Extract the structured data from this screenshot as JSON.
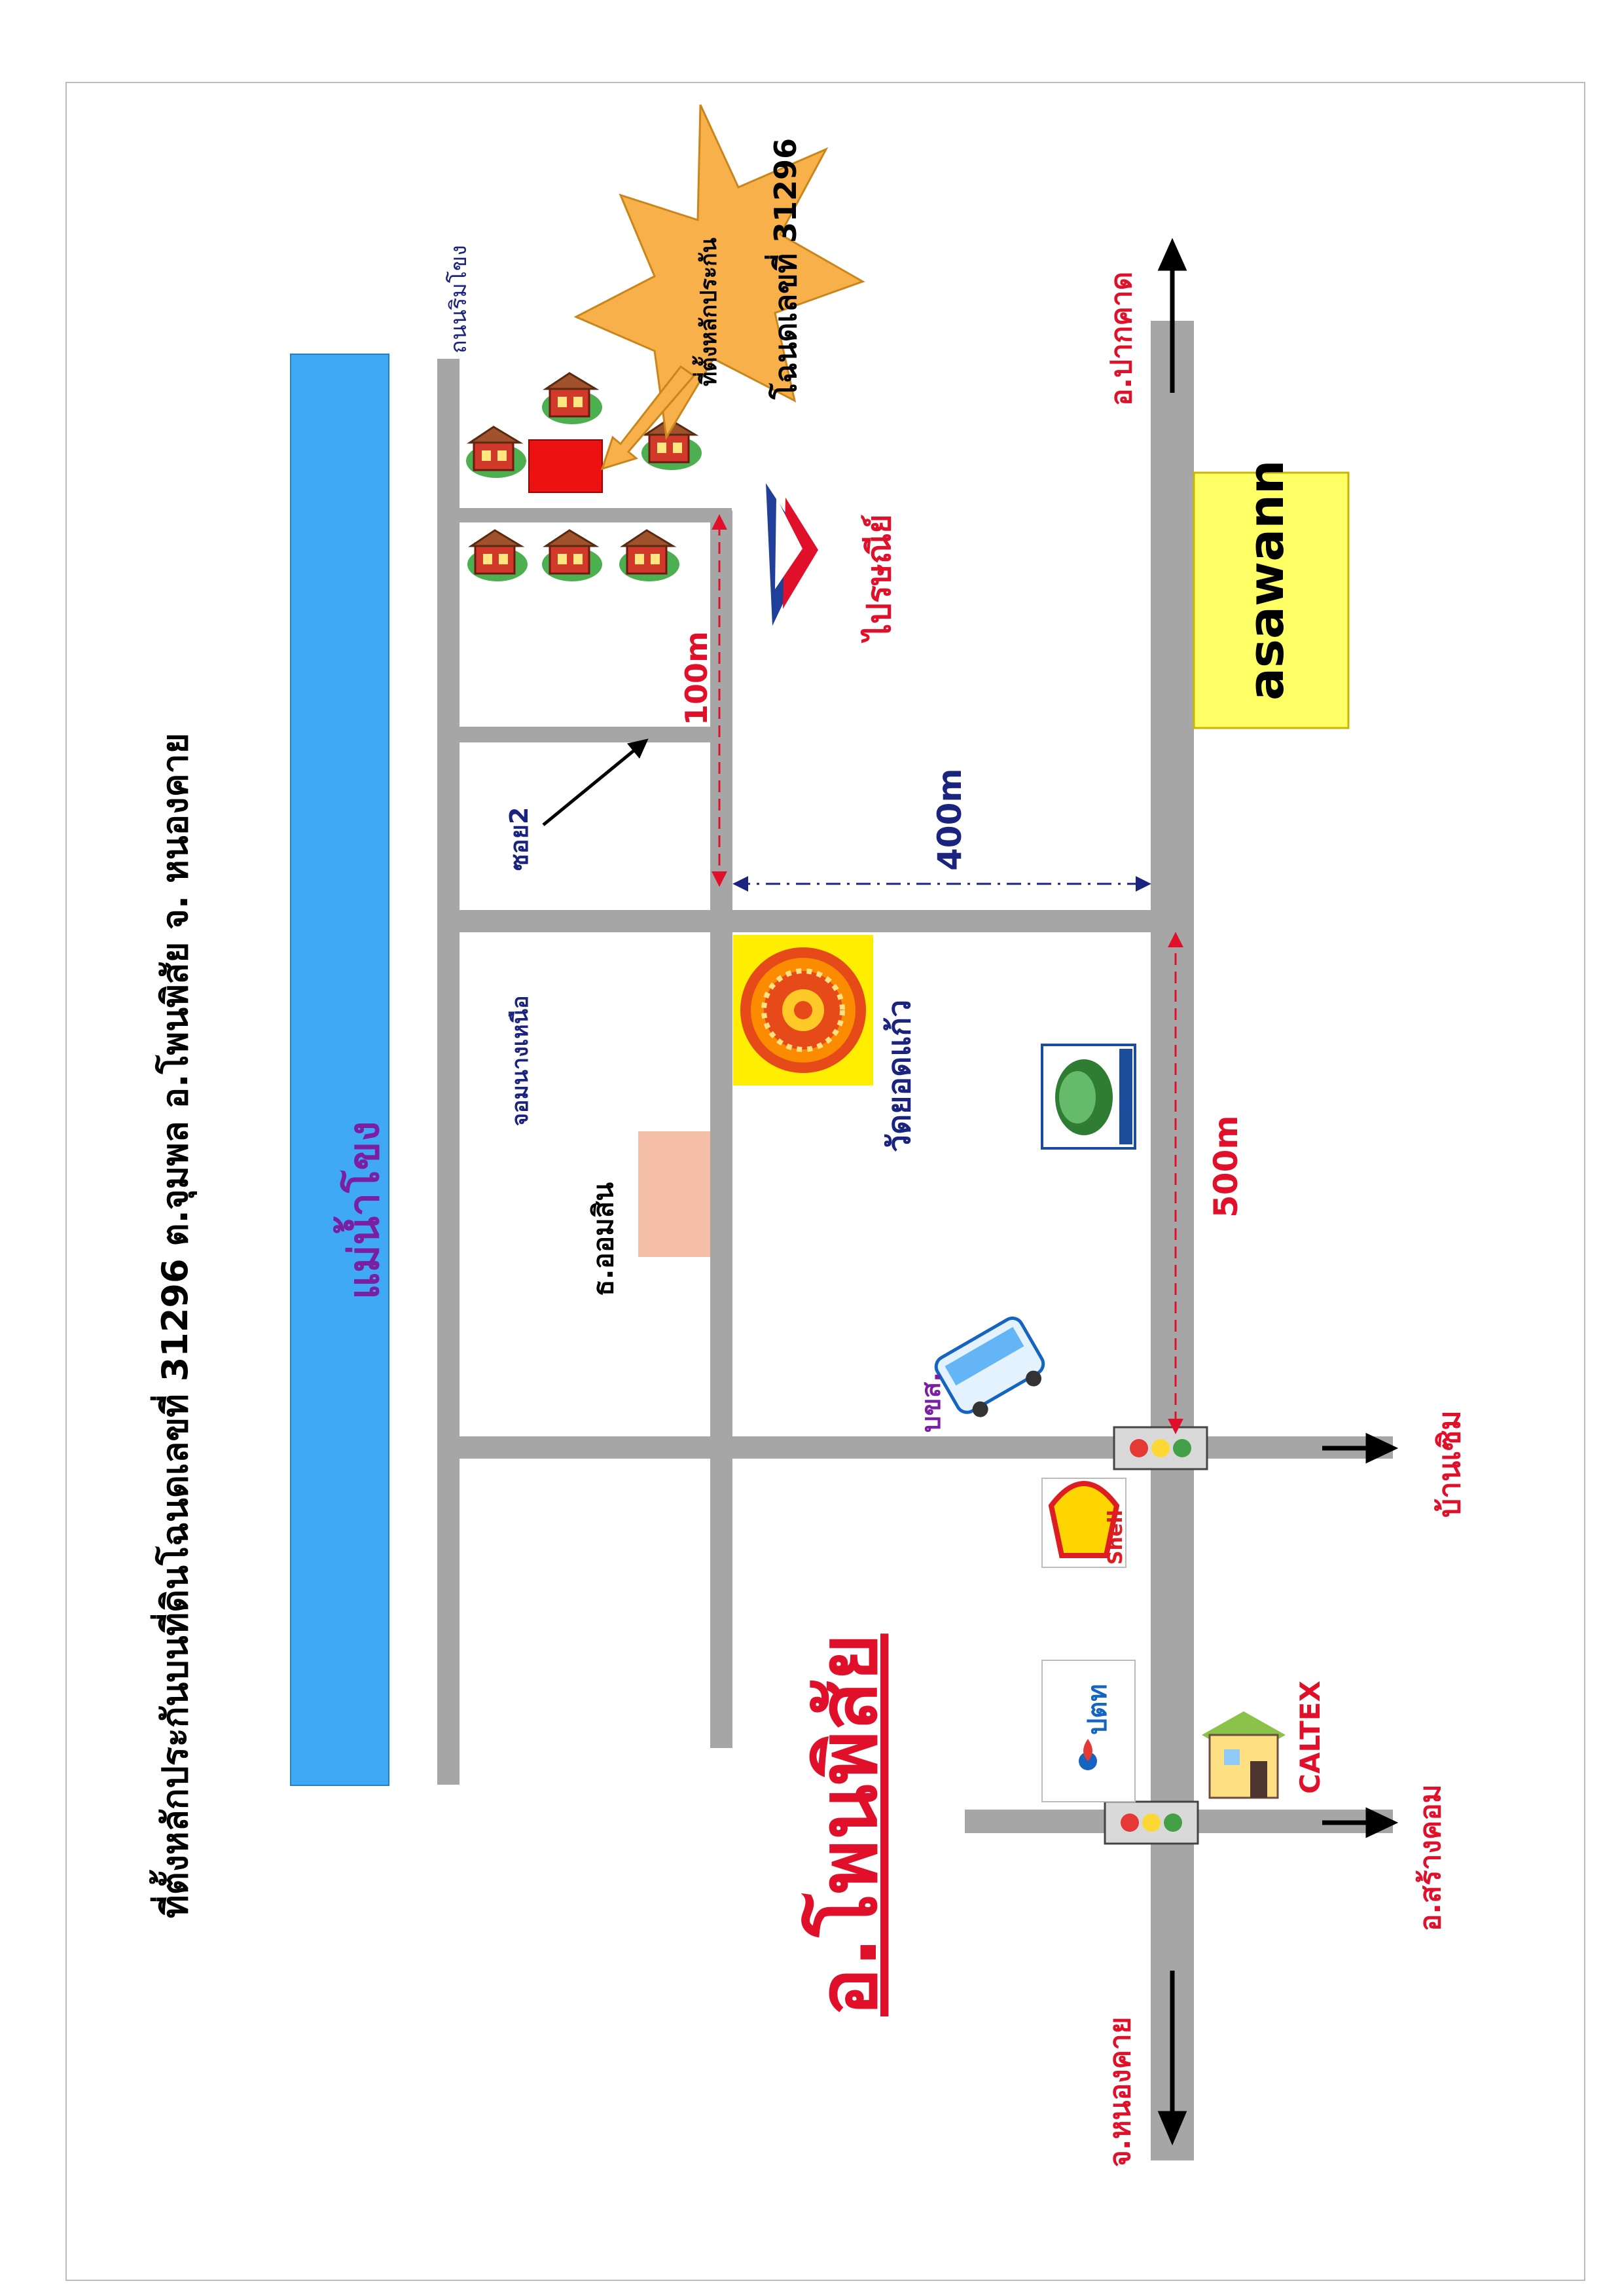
{
  "title_line1": "ที่ตั้งหลักประกันบนที่ดินโฉนดเลขที่ 31296 ต.จุมพล อ.โพนพิสัย จ. หนองคาย",
  "river": "แม่น้ำโขง",
  "district": "อ.โพนพิสัย",
  "star_line1": "ที่ตั้งหลักประกัน",
  "star_line2": "โฉนดเลขที่ 31296",
  "roads": {
    "riverside": "ถนนริมโขง",
    "jom_north": "จอมนางเหนือ",
    "soi2": "ซอย2"
  },
  "places": {
    "post_office": "ไปรษณีย์",
    "temple": "วัดยอดแก้ว",
    "bank": "ธ.ออมสิน",
    "bus": "บขส.",
    "asawann": "asawann",
    "bangchak": "บางจาก",
    "shell": "Shell",
    "ptt": "ปตท",
    "caltex": "CALTEX"
  },
  "directions": {
    "pak_khat": "อ.ปากคาด",
    "ban_soem": "บ้านเซิม",
    "sang_khom": "อ.สร้างคอม",
    "nong_khai": "จ.หนองคาย"
  },
  "distances": {
    "d100": "100m",
    "d400": "400m",
    "d500": "500m"
  },
  "colors": {
    "road": "#a6a6a6",
    "river": "#3fa9f5",
    "red_label": "#e0102a",
    "navy_label": "#1a237e",
    "asawann_bg": "#ffff66"
  }
}
